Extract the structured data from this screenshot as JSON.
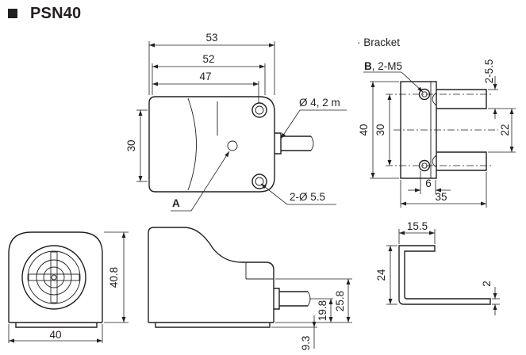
{
  "title": "PSN40",
  "bracket_heading": "· Bracket",
  "top_view": {
    "dim_53": "53",
    "dim_52": "52",
    "dim_47": "47",
    "dim_30": "30",
    "cable_label": "Ø 4, 2 m",
    "hole_label": "2-Ø 5.5",
    "marker_a": "A"
  },
  "bracket_top": {
    "marker_b": "B",
    "thread_label": ", 2-M5",
    "dim_slot": "2-5.5",
    "dim_40": "40",
    "dim_30": "30",
    "dim_22": "22",
    "dim_6": "6",
    "dim_35": "35"
  },
  "front_view": {
    "dim_40_8": "40.8",
    "dim_40": "40"
  },
  "side_view": {
    "dim_19_8": "19.8",
    "dim_25_8": "25.8",
    "dim_9_3": "9.3"
  },
  "bracket_side": {
    "dim_15_5": "15.5",
    "dim_24": "24",
    "dim_2": "2"
  }
}
